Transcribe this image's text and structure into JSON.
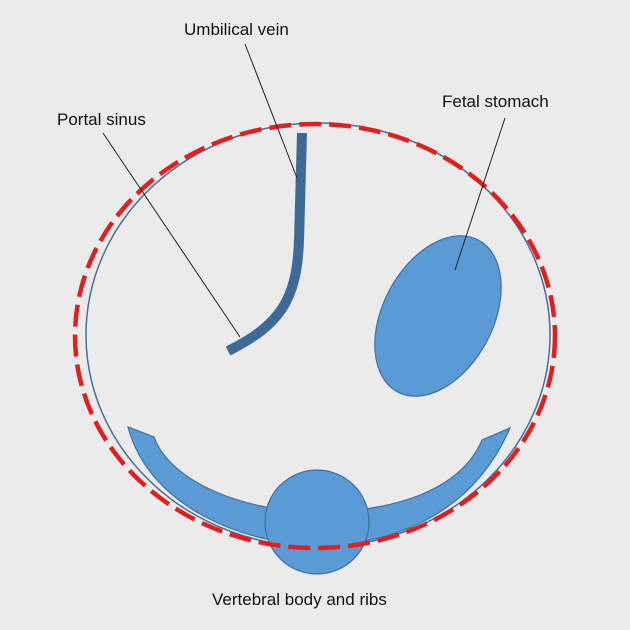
{
  "labels": {
    "umbilical_vein": "Umbilical vein",
    "portal_sinus": "Portal sinus",
    "fetal_stomach": "Fetal stomach",
    "vertebral_body_and_ribs": "Vertebral body and ribs"
  },
  "colors": {
    "background": "#ebebeb",
    "abdomen_outline": "#4a6f99",
    "measurement_dash": "#e02020",
    "organ_fill": "#5b9bd5",
    "organ_stroke": "#3f6fa0",
    "vein": "#3e6a98",
    "leader_line": "#222222"
  }
}
